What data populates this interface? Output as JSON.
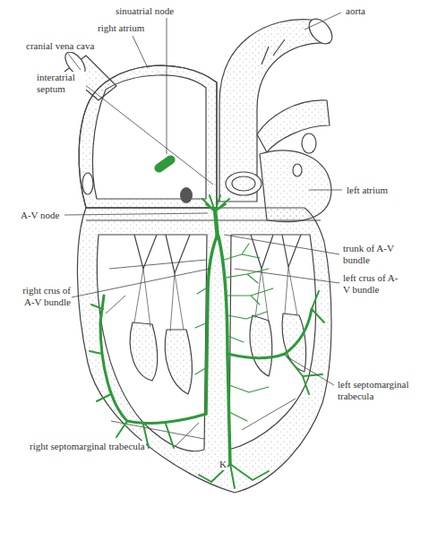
{
  "diagram": {
    "labels": [
      "aorta",
      "sinuatrial node",
      "right atrium",
      "cranial vena cava",
      "interatrial septum",
      "left atrium",
      "A-V node",
      "trunk of A-V bundle",
      "left crus of A-V bundle",
      "right crus of A-V bundle",
      "left septomarginal trabecula",
      "right septomarginal trabecula",
      "K"
    ]
  }
}
